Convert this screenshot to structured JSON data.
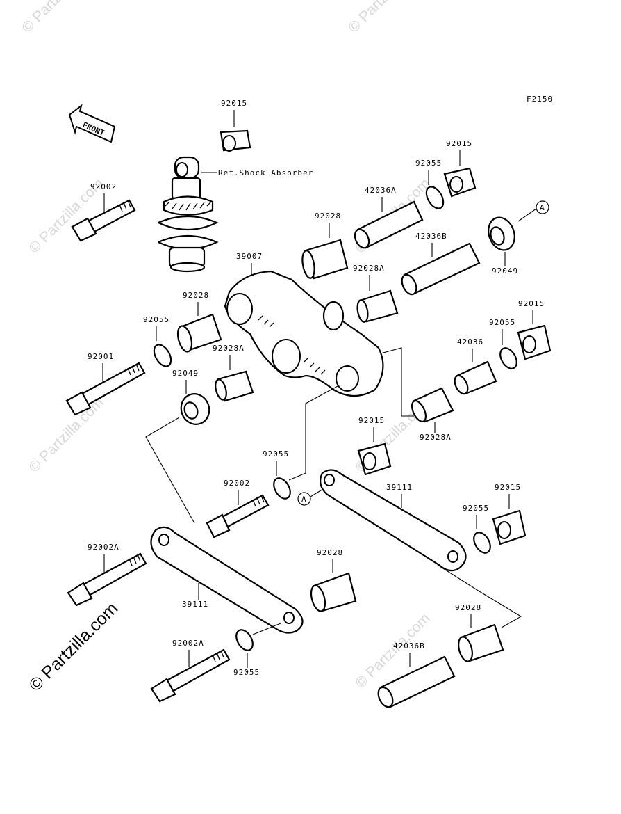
{
  "diagram_id": "F2150",
  "front_label": "FRONT",
  "ref_note": "Ref.Shock Absorber",
  "callout_a": "A",
  "watermark_copy": "© Partzilla.com",
  "watermark_faint": "© Partzilla.com",
  "labels": {
    "p92015_top": "92015",
    "p92002_top": "92002",
    "p92055_r1": "92055",
    "p92015_r1": "92015",
    "p42036A": "42036A",
    "p92028_mid": "92028",
    "p42036B_mid": "42036B",
    "p92049_r": "92049",
    "p39007": "39007",
    "p92028A_mid": "92028A",
    "p92028_left": "92028",
    "p92055_left": "92055",
    "p92001": "92001",
    "p92028A_left": "92028A",
    "p92049_left": "92049",
    "p92015_r2": "92015",
    "p92055_r2": "92055",
    "p42036": "42036",
    "p92028A_r": "92028A",
    "p92015_c": "92015",
    "p92055_c": "92055",
    "p92002_c": "92002",
    "p39111_r": "39111",
    "p92015_r3": "92015",
    "p92055_r3": "92055",
    "p92002A_1": "92002A",
    "p92028_c": "92028",
    "p39111_l": "39111",
    "p92028_r": "92028",
    "p92002A_2": "92002A",
    "p42036B_bot": "42036B",
    "p92055_bot": "92055"
  }
}
